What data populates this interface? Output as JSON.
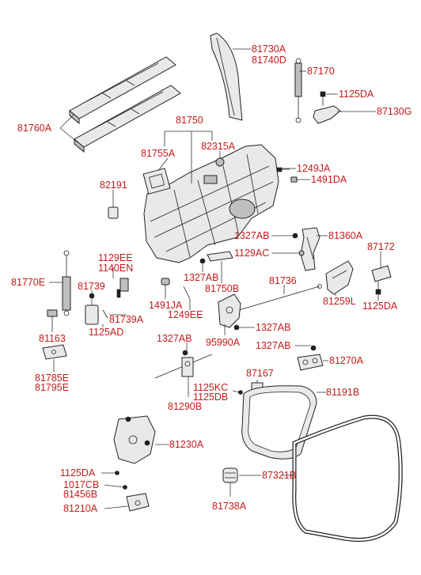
{
  "part_labels": {
    "l81730A": "81730A",
    "l81740D": "81740D",
    "l87170": "87170",
    "l1125DA_a": "1125DA",
    "l87130G": "87130G",
    "l81760A": "81760A",
    "l81750": "81750",
    "l81755A": "81755A",
    "l82315A": "82315A",
    "l1249JA": "1249JA",
    "l1491DA_a": "1491DA",
    "l82191": "82191",
    "l1327AB_a": "1327AB",
    "l81360A": "81360A",
    "l87172": "87172",
    "l1129AC": "1129AC",
    "l1129EE": "1129EE",
    "l1140EN": "1140EN",
    "l1327AB_b": "1327AB",
    "l81750B": "81750B",
    "l81736": "81736",
    "l81259L": "81259L",
    "l1125DA_b": "1125DA",
    "l81770E": "81770E",
    "l81739": "81739",
    "l1491JA": "1491JA",
    "l1249EE": "1249EE",
    "l81739A": "81739A",
    "l1327AB_c": "1327AB",
    "l81163": "81163",
    "l1125AD": "1125AD",
    "l95990A": "95990A",
    "l1327AB_d": "1327AB",
    "l1327AB_e": "1327AB",
    "l81270A": "81270A",
    "l81785E": "81785E",
    "l81795E": "81795E",
    "l87167": "87167",
    "l1125KC": "1125KC",
    "l1125DB": "1125DB",
    "l81191B": "81191B",
    "l81290B": "81290B",
    "l81230A": "81230A",
    "l1125DA_c": "1125DA",
    "l87321B": "87321B",
    "l1017CB": "1017CB",
    "l81456B": "81456B",
    "l81210A": "81210A",
    "l81738A": "81738A"
  }
}
